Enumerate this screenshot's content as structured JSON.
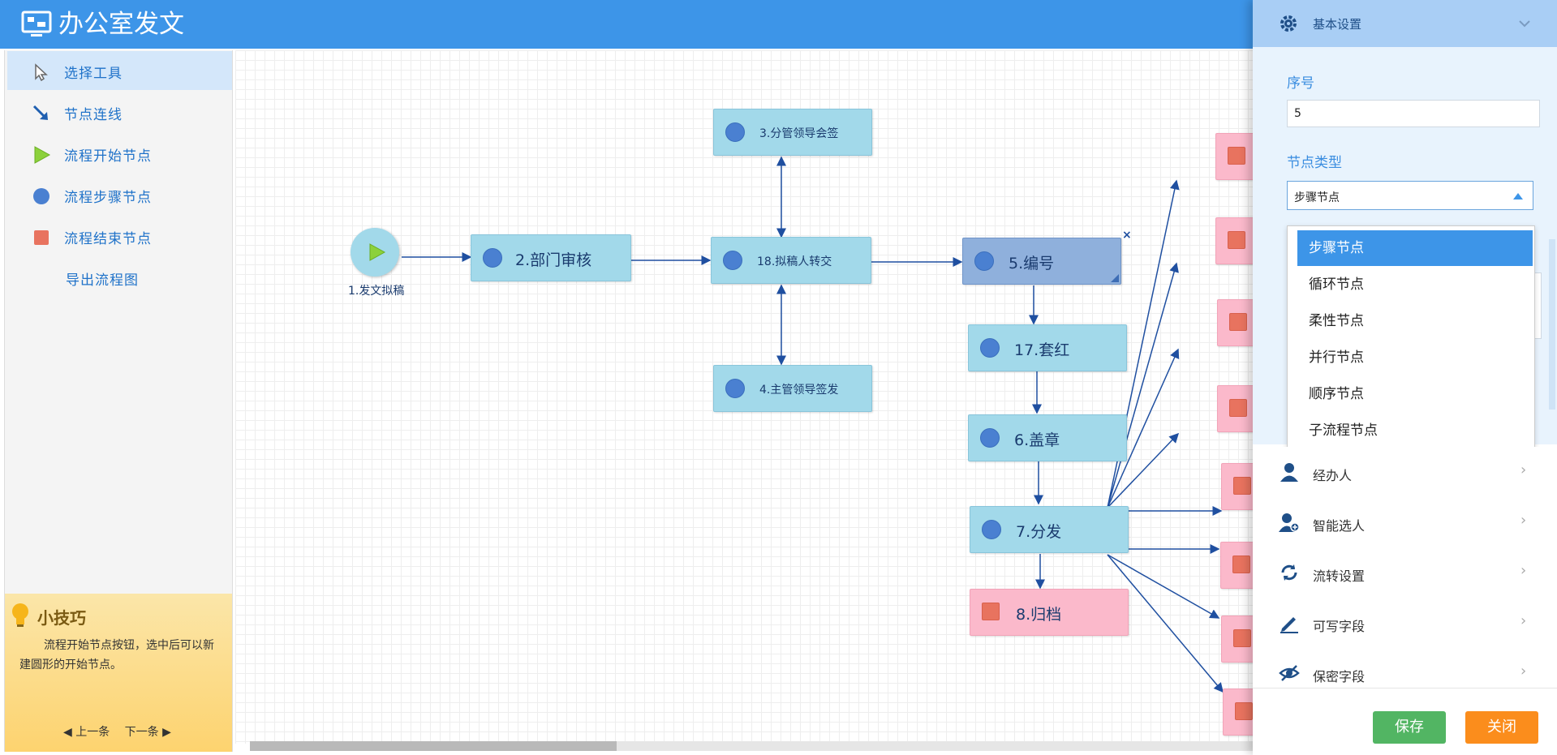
{
  "app": {
    "title": "办公室发文"
  },
  "tools": [
    {
      "label": "选择工具",
      "icon": "pointer-icon"
    },
    {
      "label": "节点连线",
      "icon": "connect-arrow-icon"
    },
    {
      "label": "流程开始节点",
      "icon": "play-icon"
    },
    {
      "label": "流程步骤节点",
      "icon": "circle-icon"
    },
    {
      "label": "流程结束节点",
      "icon": "square-icon"
    },
    {
      "label": "导出流程图",
      "icon": ""
    }
  ],
  "tips": {
    "title": "小技巧",
    "text": "流程开始节点按钮，选中后可以新建圆形的开始节点。",
    "prev": "◀ 上一条",
    "next": "下一条 ▶"
  },
  "flow": {
    "start_label": "1.发文拟稿",
    "n2": "2.部门审核",
    "n3": "3.分管领导会签",
    "n18": "18.拟稿人转交",
    "n4": "4.主管领导签发",
    "n5": "5.编号",
    "n17": "17.套红",
    "n6": "6.盖章",
    "n7": "7.分发",
    "n8": "8.归档",
    "close_mark": "×"
  },
  "panel": {
    "header": "基本设置",
    "seq_label": "序号",
    "seq_value": "5",
    "type_label": "节点类型",
    "type_value": "步骤节点",
    "options": [
      "步骤节点",
      "循环节点",
      "柔性节点",
      "并行节点",
      "顺序节点",
      "子流程节点"
    ],
    "sections": [
      "经办人",
      "智能选人",
      "流转设置",
      "可写字段",
      "保密字段"
    ],
    "save": "保存",
    "close": "关闭"
  }
}
